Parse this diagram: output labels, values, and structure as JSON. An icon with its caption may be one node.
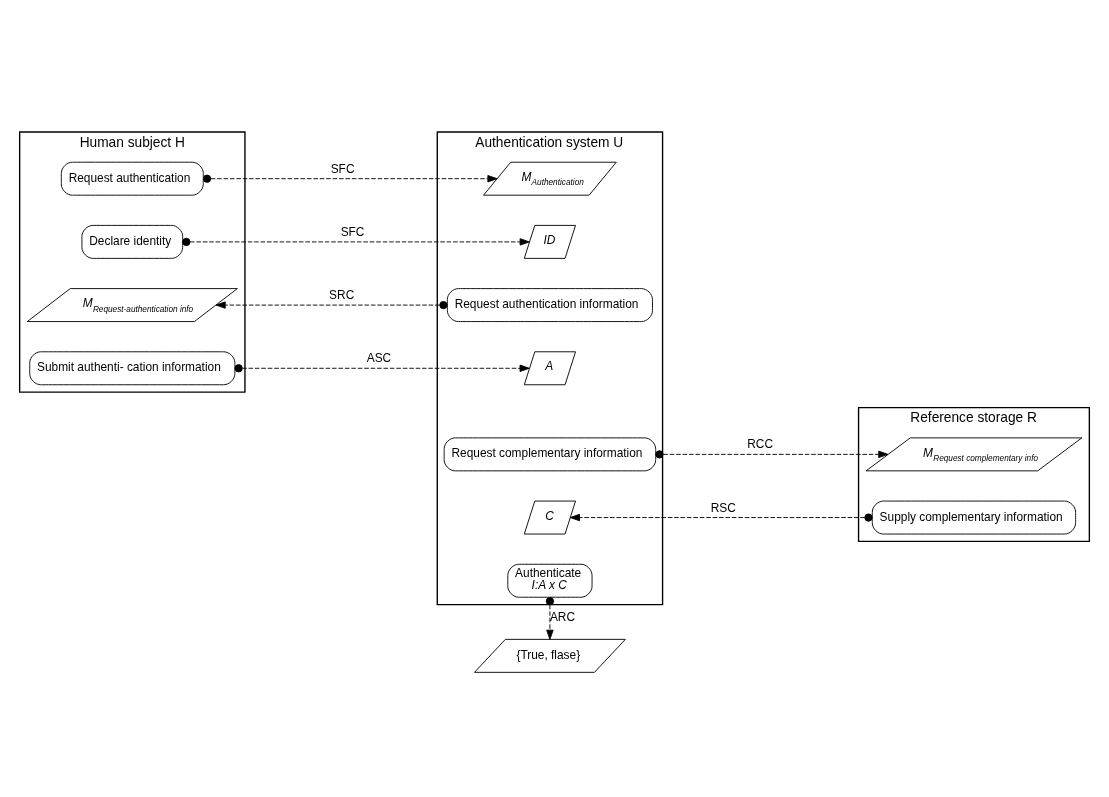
{
  "diagram": {
    "nodes": [
      {
        "text": [
          "Human subject H"
        ]
      },
      {
        "text": [
          "Authentication system U"
        ]
      },
      {
        "text": [
          "Reference storage R"
        ]
      },
      {
        "text": [
          "Request authentication"
        ],
        "in": 0
      },
      {
        "text": [
          "Declare identity"
        ],
        "in": 0
      },
      {
        "text": [
          "M$_{Request-authentication info}$"
        ],
        "in": 0
      },
      {
        "text": [
          "Submit authenti- cation information"
        ],
        "in": 0
      },
      {
        "text": [
          "M$_{Authentication}$"
        ],
        "in": 1
      },
      {
        "text": [
          "ID"
        ],
        "in": 1
      },
      {
        "text": [
          "Request authentication information"
        ],
        "in": 1
      },
      {
        "text": [
          "A"
        ],
        "in": 1
      },
      {
        "text": [
          "Request complementary information"
        ],
        "in": 1
      },
      {
        "text": [
          "C"
        ],
        "in": 1
      },
      {
        "text": [
          "Authenticate",
          "I:A x C"
        ],
        "in": 1
      },
      {
        "text": [
          "M$_{Request complementary info}$"
        ],
        "in": 2
      },
      {
        "text": [
          "Supply complementary information"
        ],
        "in": 2
      },
      {
        "text": [
          "{True, flase}"
        ]
      }
    ],
    "edges": [
      {
        "from": 3,
        "to": 7,
        "arrow": "to",
        "style": "dashed",
        "label": "SFC"
      },
      {
        "from": 4,
        "to": 8,
        "arrow": "to",
        "style": "dashed",
        "label": "SFC"
      },
      {
        "from": 9,
        "to": 5,
        "arrow": "to",
        "style": "dashed",
        "label": "SRC"
      },
      {
        "from": 6,
        "to": 10,
        "arrow": "to",
        "style": "dashed",
        "label": "ASC"
      },
      {
        "from": 11,
        "to": 14,
        "arrow": "to",
        "style": "dashed",
        "label": "RCC"
      },
      {
        "from": 15,
        "to": 12,
        "arrow": "to",
        "style": "dashed",
        "label": "RSC"
      },
      {
        "from": 13,
        "to": 16,
        "arrow": "to",
        "style": "dashed",
        "label": "ARC"
      }
    ]
  }
}
